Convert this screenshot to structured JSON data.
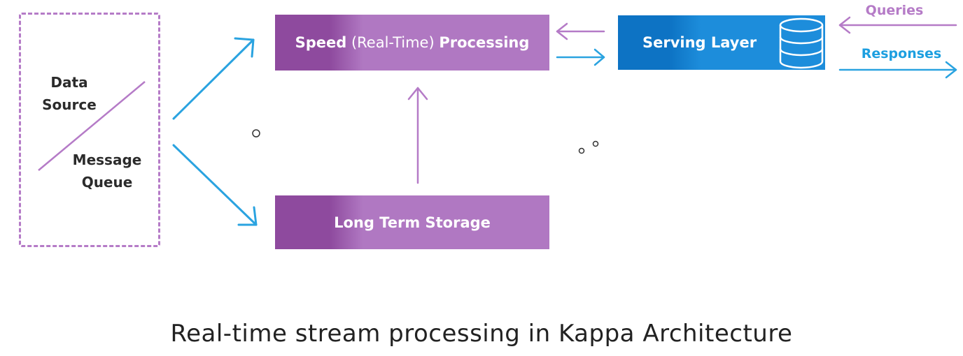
{
  "source": {
    "data_label": "Data Source",
    "queue_label": "Message Queue"
  },
  "speed_layer": {
    "bold_a": "Speed",
    "normal": "(Real-Time)",
    "bold_b": "Processing"
  },
  "storage_label": "Long Term Storage",
  "serving_label": "Serving Layer",
  "queries_label": "Queries",
  "responses_label": "Responses",
  "caption": "Real-time stream processing in Kappa Architecture",
  "colors": {
    "purple_dark": "#8e4a9e",
    "purple_light": "#b078c2",
    "purple_line": "#b57bc7",
    "blue_dark": "#0d73c4",
    "blue_light": "#1d8ddb",
    "blue_arrow": "#2aa3e0"
  },
  "icons": [
    "database-icon"
  ]
}
